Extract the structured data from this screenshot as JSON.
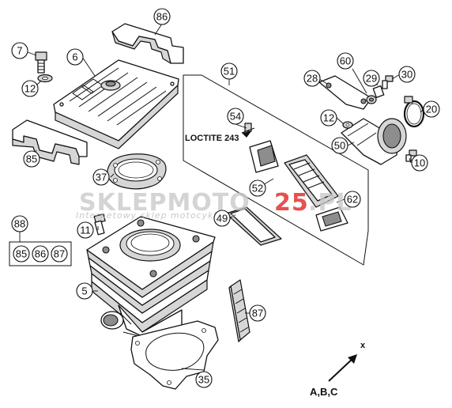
{
  "callouts": {
    "c86_top": "86",
    "c7": "7",
    "c6": "6",
    "c12_left": "12",
    "c85_left": "85",
    "c51": "51",
    "c28": "28",
    "c60": "60",
    "c29": "29",
    "c30": "30",
    "c20": "20",
    "c54": "54",
    "c12_right": "12",
    "c50": "50",
    "c10": "10",
    "c37": "37",
    "c52": "52",
    "c62": "62",
    "c49": "49",
    "c88": "88",
    "c85_group": "85",
    "c86_group": "86",
    "c87_group": "87",
    "c11": "11",
    "c5": "5",
    "c87_right": "87",
    "c35": "35"
  },
  "labels": {
    "loctite": "LOCTITE 243",
    "direction": "A,B,C",
    "direction_mark": "x"
  },
  "watermark": {
    "brand_part1": "SKLEPMOTO",
    "brand_part2": "25",
    "brand_part3": ".PL",
    "tagline": "Internetowy sklep motocyklowy"
  },
  "colors": {
    "watermark_gray": "#c9c9c9",
    "watermark_red": "#e02020"
  }
}
